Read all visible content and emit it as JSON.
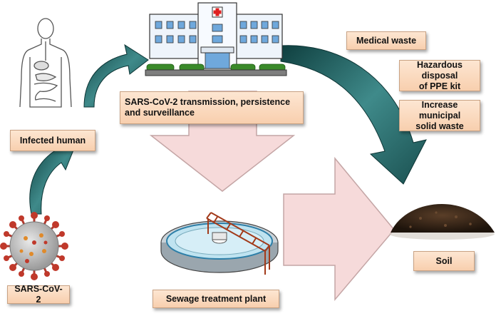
{
  "labels": {
    "infected_human": "Infected human",
    "sars_cov_2": "SARS-CoV-2",
    "transmission": "SARS-CoV-2 transmission, persistence\nand surveillance",
    "medical_waste": "Medical waste",
    "ppe_disposal": "Hazardous disposal\nof PPE kit",
    "municipal_waste": "Increase municipal\nsolid waste",
    "sewage_plant": "Sewage treatment plant",
    "soil": "Soil"
  },
  "colors": {
    "label_fill": "#f8cfae",
    "label_border": "#c9a283",
    "big_arrow_fill": "#f6dada",
    "curved_arrow": "#2f6f6f",
    "hospital_cross": "#e02020",
    "virus_red": "#c0392b",
    "soil_brown": "#3b2a1c"
  },
  "icons": [
    "human-body-icon",
    "virus-icon",
    "hospital-icon",
    "sewage-tank-icon",
    "soil-pile-icon"
  ]
}
